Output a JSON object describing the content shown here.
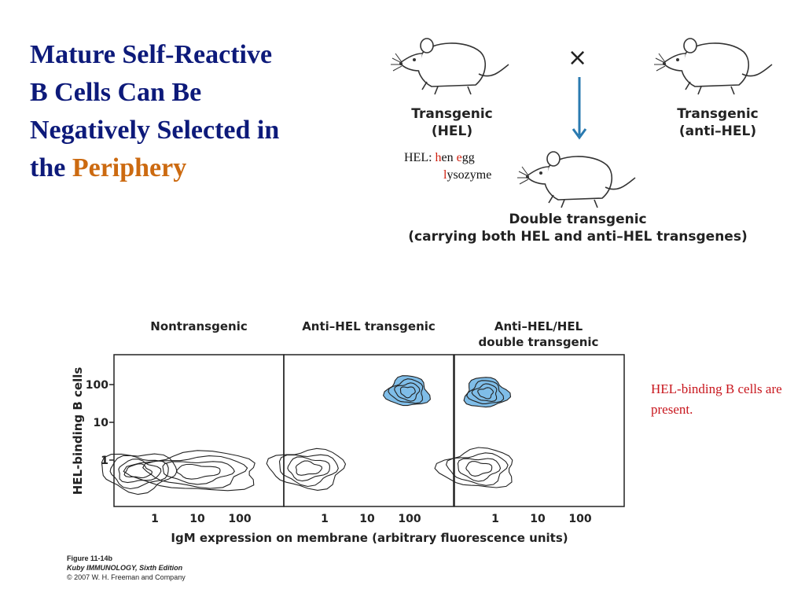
{
  "title": {
    "line1": "Mature Self-Reactive",
    "line2": "B Cells Can Be",
    "line3": "Negatively Selected in",
    "line4_prefix": "the",
    "line4_accent": "Periphery"
  },
  "cross_diagram": {
    "left_parent": {
      "line1": "Transgenic",
      "line2": "(HEL)"
    },
    "right_parent": {
      "line1": "Transgenic",
      "line2": "(anti–HEL)"
    },
    "cross_symbol": "×",
    "offspring": {
      "line1": "Double transgenic",
      "line2": "(carrying both HEL and anti–HEL transgenes)"
    },
    "hel_note": {
      "prefix": "HEL: ",
      "h": "h",
      "en": "en ",
      "e": "e",
      "gg": "gg",
      "l": "l",
      "ysozyme": "ysozyme"
    },
    "arrow_color": "#2a7ab0"
  },
  "chart_data": {
    "type": "scatter",
    "subtype": "flow-cytometry contour plots",
    "xlabel": "IgM expression on membrane (arbitrary fluorescence units)",
    "ylabel": "HEL-binding B cells",
    "x_scale": "log",
    "y_scale": "log",
    "x_ticks": [
      "1",
      "10",
      "100"
    ],
    "y_ticks": [
      "100",
      "10",
      "1"
    ],
    "panels": [
      {
        "title": "Nontransgenic",
        "populations": [
          {
            "x": 0.4,
            "y": 0.5,
            "highlighted": false
          },
          {
            "x": 10,
            "y": 0.5,
            "highlighted": false
          }
        ]
      },
      {
        "title": "Anti–HEL transgenic",
        "populations": [
          {
            "x": 0.4,
            "y": 0.6,
            "highlighted": false
          },
          {
            "x": 90,
            "y": 65,
            "highlighted": true
          }
        ]
      },
      {
        "title_line1": "Anti–HEL/HEL",
        "title_line2": "double transgenic",
        "populations": [
          {
            "x": 0.4,
            "y": 0.6,
            "highlighted": false
          },
          {
            "x": 0.6,
            "y": 60,
            "highlighted": true
          }
        ]
      }
    ],
    "highlight_color": "#7fbde8",
    "annotation": "HEL-binding B cells are present."
  },
  "credit": {
    "figure": "Figure 11-14b",
    "book": "Kuby IMMUNOLOGY, Sixth Edition",
    "copyright": "© 2007 W. H. Freeman and Company"
  }
}
